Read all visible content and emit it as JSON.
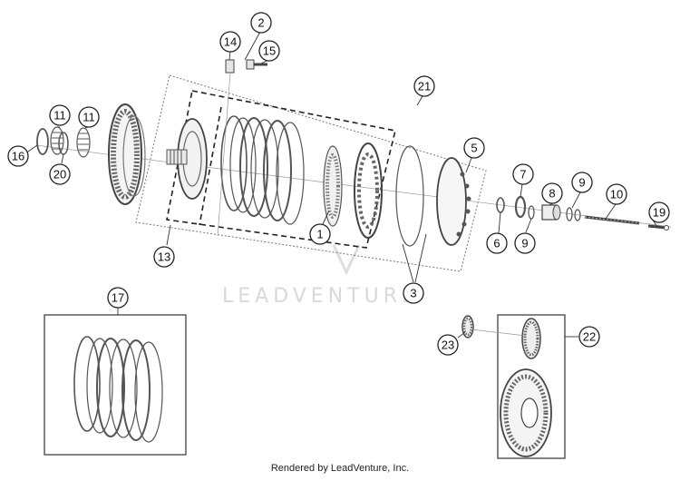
{
  "diagram": {
    "watermark": "LEADVENTURE",
    "footer": "Rendered by LeadVenture, Inc.",
    "callouts": {
      "p1": "1",
      "p2": "2",
      "p3": "3",
      "p5": "5",
      "p6": "6",
      "p7": "7",
      "p8": "8",
      "p9a": "9",
      "p9b": "9",
      "p10": "10",
      "p11a": "11",
      "p11b": "11",
      "p13": "13",
      "p14": "14",
      "p15": "15",
      "p16": "16",
      "p17": "17",
      "p19": "19",
      "p20": "20",
      "p21": "21",
      "p22": "22",
      "p23": "23"
    }
  }
}
